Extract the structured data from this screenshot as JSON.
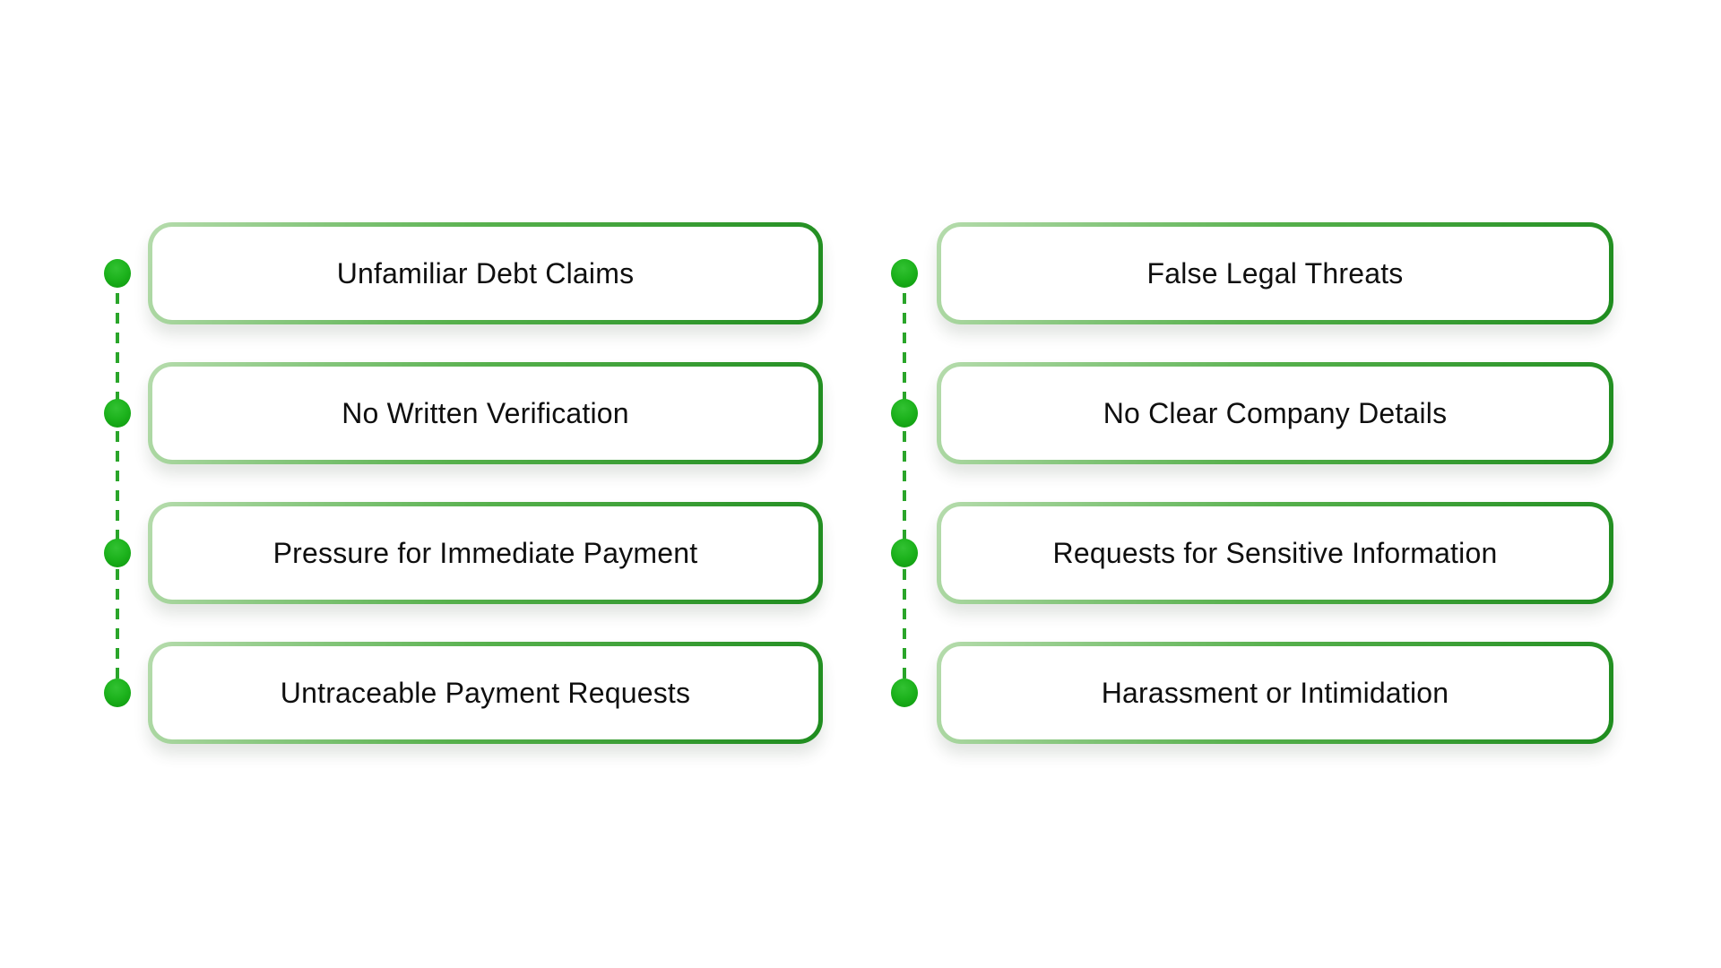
{
  "colors": {
    "background": "#ffffff",
    "border_light": "#b6dcad",
    "border_mid": "#56b04c",
    "border_dark": "#1e8c1e",
    "dot": "#1db31d",
    "dash": "#2aa52a",
    "text": "#0f0f0f"
  },
  "columns": [
    {
      "items": [
        {
          "label": "Unfamiliar Debt Claims"
        },
        {
          "label": "No Written Verification"
        },
        {
          "label": "Pressure for Immediate Payment"
        },
        {
          "label": "Untraceable Payment Requests"
        }
      ]
    },
    {
      "items": [
        {
          "label": "False Legal Threats"
        },
        {
          "label": "No Clear Company Details"
        },
        {
          "label": "Requests for Sensitive Information"
        },
        {
          "label": "Harassment or Intimidation"
        }
      ]
    }
  ]
}
